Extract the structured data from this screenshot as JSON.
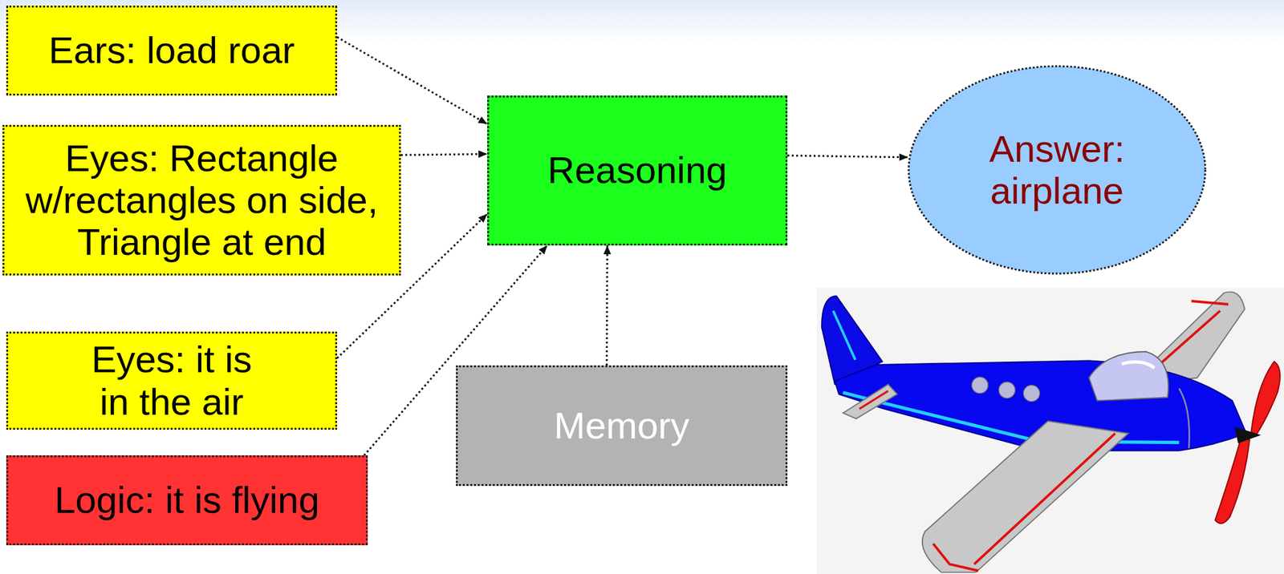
{
  "diagram": {
    "nodes": [
      {
        "text": [
          "Ears: load roar"
        ]
      },
      {
        "text": [
          "Eyes: Rectangle w/rectangles on side, Triangle at end"
        ]
      },
      {
        "text": [
          "Eyes: it is in the air"
        ]
      },
      {
        "text": [
          "Logic: it is flying"
        ]
      },
      {
        "text": [
          "Reasoning"
        ]
      },
      {
        "text": [
          "Memory"
        ]
      },
      {
        "text": [
          "Answer: airplane"
        ]
      }
    ],
    "edges": [
      {
        "from": 0,
        "to": 4,
        "arrow": "to"
      },
      {
        "from": 1,
        "to": 4,
        "arrow": "to"
      },
      {
        "from": 2,
        "to": 4,
        "arrow": "to"
      },
      {
        "from": 3,
        "to": 4,
        "arrow": "to"
      },
      {
        "from": 5,
        "to": 4,
        "arrow": "to"
      },
      {
        "from": 4,
        "to": 6,
        "arrow": "to"
      }
    ]
  }
}
